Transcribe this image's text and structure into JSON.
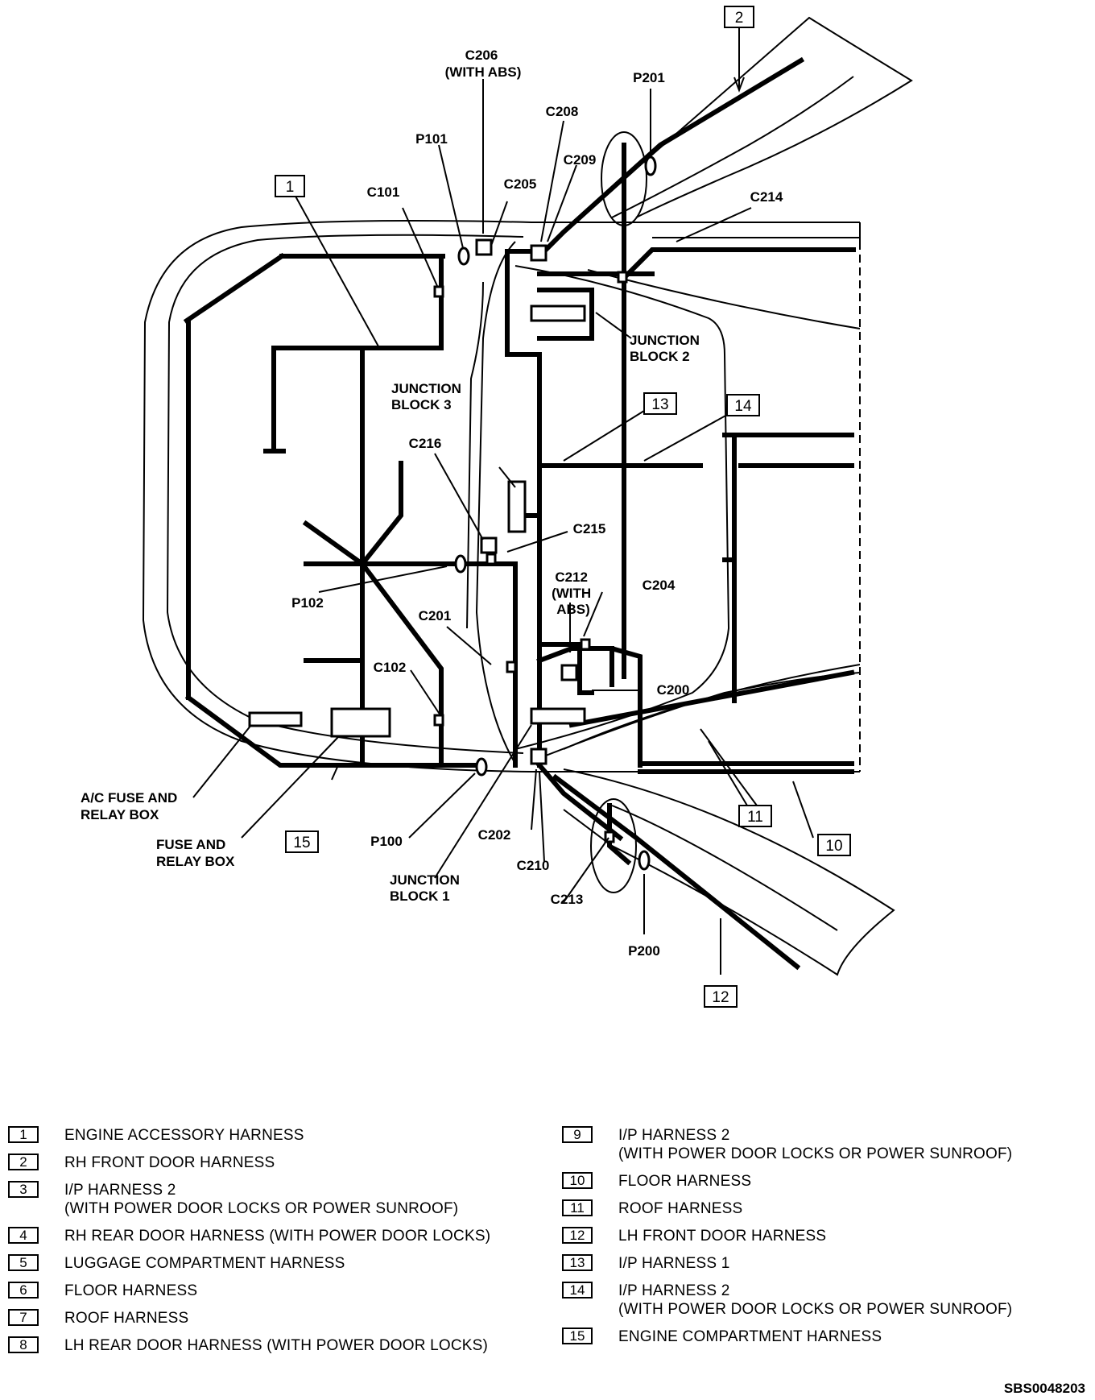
{
  "diagram": {
    "labels": {
      "c206": "C206",
      "c206_note": "(WITH ABS)",
      "p201": "P201",
      "c208": "C208",
      "p101": "P101",
      "c209": "C209",
      "c205": "C205",
      "c101": "C101",
      "c214": "C214",
      "junction_block_2": [
        "JUNCTION",
        "BLOCK 2"
      ],
      "junction_block_3": [
        "JUNCTION",
        "BLOCK 3"
      ],
      "c216": "C216",
      "c215": "C215",
      "c212": [
        "C212",
        "(WITH",
        "ABS)"
      ],
      "c204": "C204",
      "p102": "P102",
      "c201": "C201",
      "c102": "C102",
      "c200": "C200",
      "ac_fuse_relay_box": [
        "A/C FUSE AND",
        "RELAY BOX"
      ],
      "fuse_relay_box": [
        "FUSE AND",
        "RELAY BOX"
      ],
      "p100": "P100",
      "c202": "C202",
      "junction_block_1": [
        "JUNCTION",
        "BLOCK 1"
      ],
      "c210": "C210",
      "c213": "C213",
      "p200": "P200"
    },
    "callouts": {
      "n1": "1",
      "n2": "2",
      "n10": "10",
      "n11": "11",
      "n12": "12",
      "n13": "13",
      "n14": "14",
      "n15": "15"
    }
  },
  "legend": {
    "left": [
      {
        "num": "1",
        "text": "ENGINE ACCESSORY HARNESS",
        "sub": ""
      },
      {
        "num": "2",
        "text": "RH FRONT DOOR HARNESS",
        "sub": ""
      },
      {
        "num": "3",
        "text": "I/P HARNESS 2",
        "sub": "(WITH POWER DOOR LOCKS OR POWER SUNROOF)"
      },
      {
        "num": "4",
        "text": "RH REAR DOOR HARNESS (WITH POWER DOOR LOCKS)",
        "sub": ""
      },
      {
        "num": "5",
        "text": "LUGGAGE COMPARTMENT HARNESS",
        "sub": ""
      },
      {
        "num": "6",
        "text": "FLOOR HARNESS",
        "sub": ""
      },
      {
        "num": "7",
        "text": "ROOF HARNESS",
        "sub": ""
      },
      {
        "num": "8",
        "text": "LH REAR DOOR HARNESS (WITH POWER DOOR LOCKS)",
        "sub": ""
      }
    ],
    "right": [
      {
        "num": "9",
        "text": "I/P HARNESS 2",
        "sub": "(WITH POWER DOOR LOCKS OR POWER SUNROOF)"
      },
      {
        "num": "10",
        "text": "FLOOR HARNESS",
        "sub": ""
      },
      {
        "num": "11",
        "text": "ROOF HARNESS",
        "sub": ""
      },
      {
        "num": "12",
        "text": "LH FRONT DOOR HARNESS",
        "sub": ""
      },
      {
        "num": "13",
        "text": "I/P HARNESS 1",
        "sub": ""
      },
      {
        "num": "14",
        "text": "I/P HARNESS 2",
        "sub": "(WITH POWER DOOR LOCKS OR POWER SUNROOF)"
      },
      {
        "num": "15",
        "text": "ENGINE COMPARTMENT HARNESS",
        "sub": ""
      }
    ]
  },
  "doc_code": "SBS0048203"
}
